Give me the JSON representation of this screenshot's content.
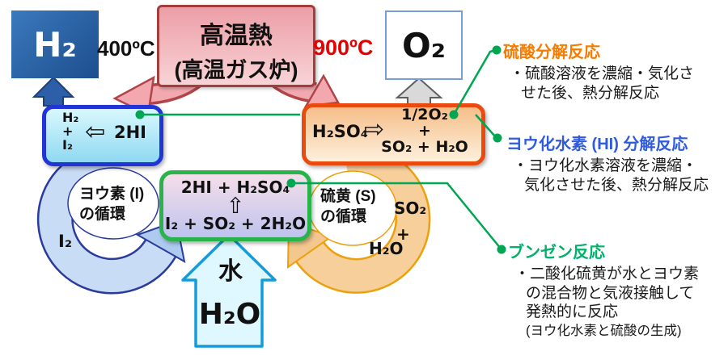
{
  "top": {
    "h2_label": "H₂",
    "temp_left": "400ºC",
    "reactor_line1": "高温熱",
    "reactor_line2": "(高温ガス炉)",
    "temp_right": "900ºC",
    "o2_label": "O₂"
  },
  "hi_decomposition_box": {
    "product_1": "H₂",
    "product_2": "+",
    "product_3": "I₂",
    "reactant": "2HI"
  },
  "bunsen_box": {
    "result": "2HI + H₂SO₄",
    "input": "I₂ + SO₂ + 2H₂O"
  },
  "h2so4_box": {
    "reactant": "H₂SO₄",
    "product_top": "1/2O₂",
    "product_mid": "+",
    "product_bottom": "SO₂ + H₂O"
  },
  "iodine_cycle": {
    "label_line1": "ヨウ素 (I)",
    "label_line2": "の循環",
    "species": "I₂"
  },
  "sulfur_cycle": {
    "label_line1": "硫黄 (S)",
    "label_line2": "の循環",
    "species_top": "SO₂",
    "species_mid": "+",
    "species_bottom": "H₂O"
  },
  "water_arrow": {
    "kanji": "水",
    "formula": "H₂O"
  },
  "annotations": {
    "sulfuric": {
      "title": "硫酸分解反応",
      "line1": "・硫酸溶液を濃縮・気化さ",
      "line2": "せた後、熱分解反応"
    },
    "hi": {
      "title": "ヨウ化水素 (HI) 分解反応",
      "line1": "・ヨウ化水素溶液を濃縮・",
      "line2": "気化させた後、熱分解反応"
    },
    "bunsen": {
      "title": "ブンゼン反応",
      "line1": "・二酸化硫黄が水とヨウ素",
      "line2": "の混合物と気液接触して",
      "line3": "発熱的に反応",
      "note": "(ヨウ化水素と硫酸の生成)"
    }
  },
  "icons": {
    "left_white_arrow": "⇦",
    "right_white_arrow": "⇨",
    "up_white_arrow": "⇧"
  },
  "colors": {
    "connector_green": "#00A651",
    "sulfuric_title": "#F57C00",
    "hi_title": "#2F5BE0",
    "bunsen_title": "#00B26A",
    "temp_hot": "#E60000",
    "h2_box_blue": "#2160A5",
    "hi_box_border": "#2135D6",
    "h2so4_box_border": "#EA4A0D",
    "bunsen_box_border": "#28B44B"
  }
}
